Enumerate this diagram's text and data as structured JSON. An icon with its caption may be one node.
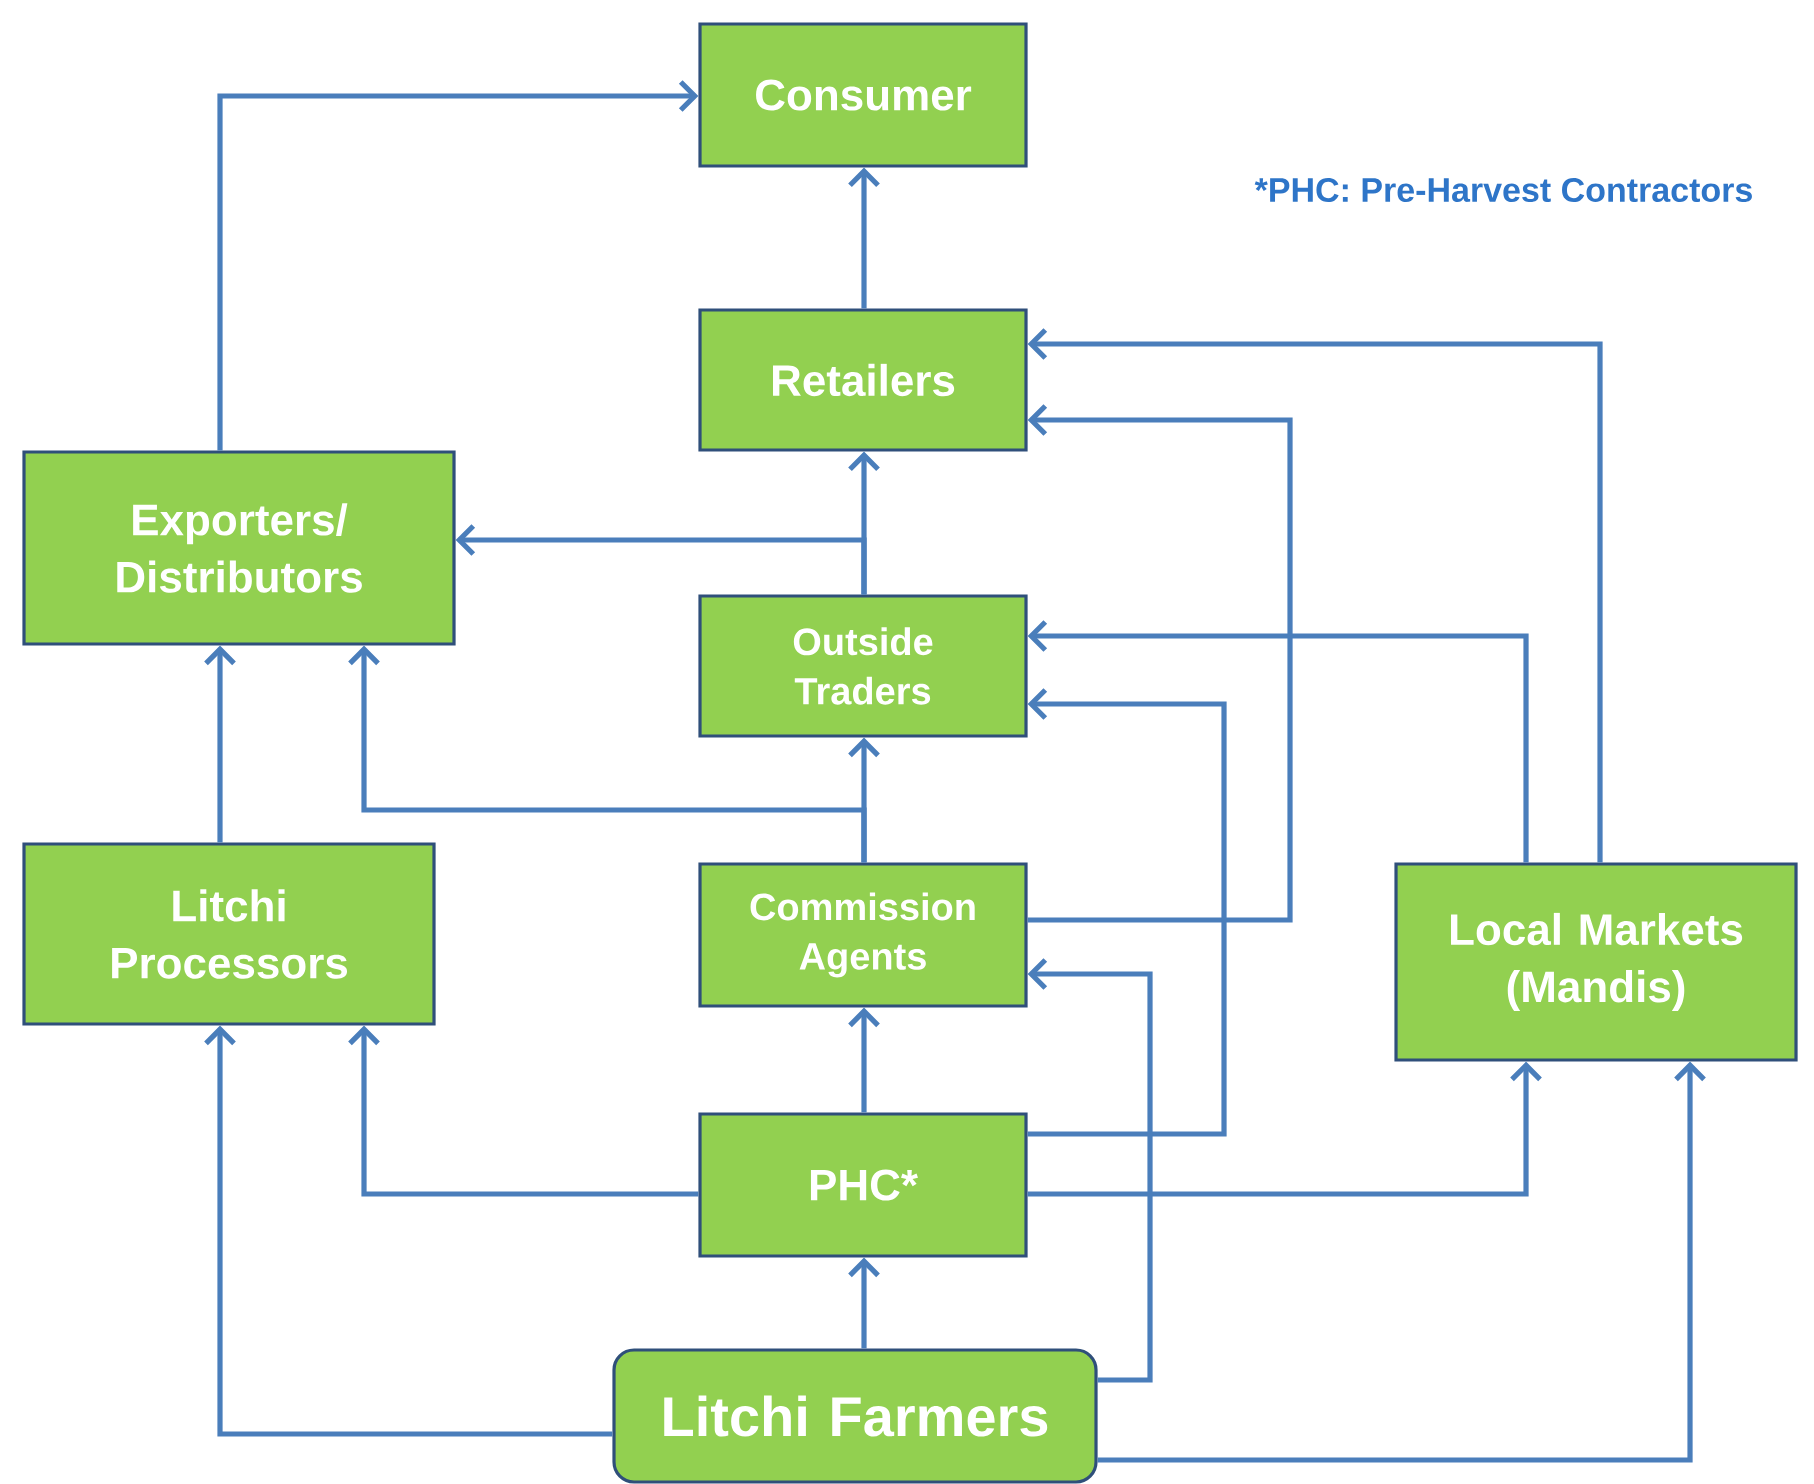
{
  "diagram": {
    "nodes": [
      {
        "text": [
          "Consumer"
        ]
      },
      {
        "text": [
          "Retailers"
        ]
      },
      {
        "text": [
          "Exporters/ Distributors"
        ]
      },
      {
        "text": [
          "Outside Traders"
        ]
      },
      {
        "text": [
          "Litchi Processors"
        ]
      },
      {
        "text": [
          "Commission Agents"
        ]
      },
      {
        "text": [
          "Local Markets (Mandis)"
        ]
      },
      {
        "text": [
          "PHC*"
        ]
      },
      {
        "text": [
          "Litchi Farmers"
        ]
      }
    ],
    "edges": [
      {
        "from": 2,
        "to": 0,
        "arrow": "to"
      },
      {
        "from": 1,
        "to": 0,
        "arrow": "to"
      },
      {
        "from": 3,
        "to": 1,
        "arrow": "to"
      },
      {
        "from": 3,
        "to": 2,
        "arrow": "to"
      },
      {
        "from": 5,
        "to": 3,
        "arrow": "to"
      },
      {
        "from": 5,
        "to": 2,
        "arrow": "to"
      },
      {
        "from": 4,
        "to": 2,
        "arrow": "to"
      },
      {
        "from": 5,
        "to": 1,
        "arrow": "to"
      },
      {
        "from": 7,
        "to": 3,
        "arrow": "to"
      },
      {
        "from": 8,
        "to": 5,
        "arrow": "to"
      },
      {
        "from": 7,
        "to": 5,
        "arrow": "to"
      },
      {
        "from": 7,
        "to": 4,
        "arrow": "to"
      },
      {
        "from": 7,
        "to": 6,
        "arrow": "to"
      },
      {
        "from": 8,
        "to": 7,
        "arrow": "to"
      },
      {
        "from": 8,
        "to": 4,
        "arrow": "to"
      },
      {
        "from": 8,
        "to": 6,
        "arrow": "to"
      },
      {
        "from": 6,
        "to": 3,
        "arrow": "to"
      },
      {
        "from": 6,
        "to": 1,
        "arrow": "to"
      }
    ],
    "labels": [
      "*PHC: Pre-Harvest Contractors"
    ]
  }
}
